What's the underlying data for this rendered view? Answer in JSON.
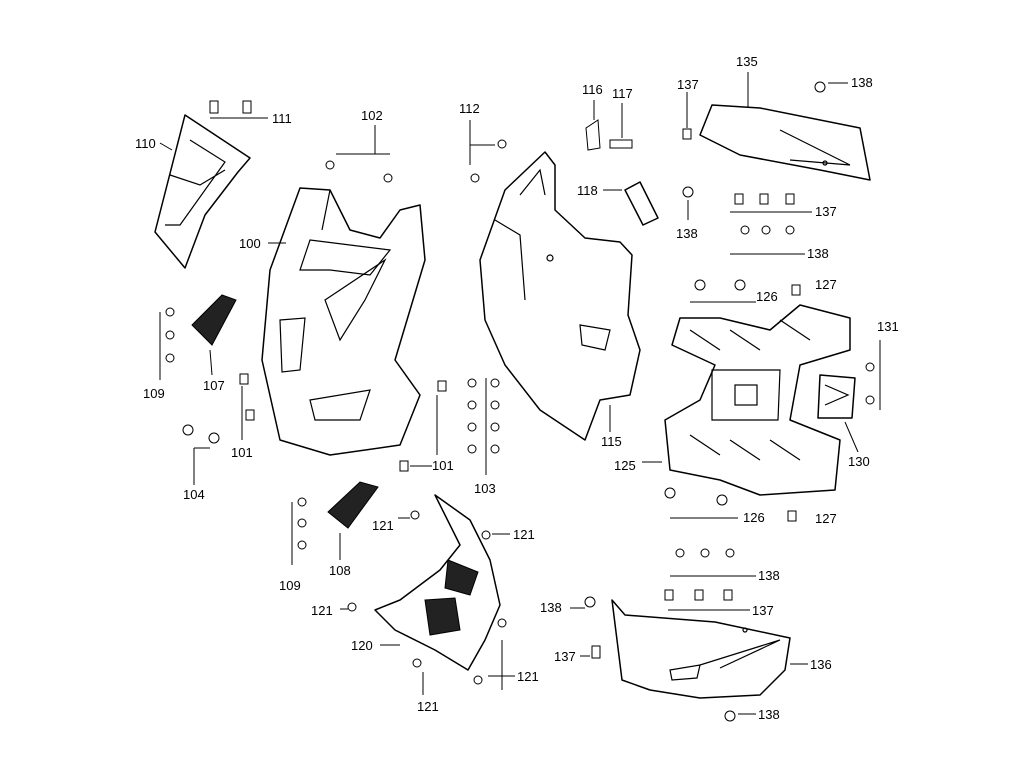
{
  "labels": {
    "p100": "100",
    "p101a": "101",
    "p101b": "101",
    "p102": "102",
    "p103": "103",
    "p104": "104",
    "p107": "107",
    "p108": "108",
    "p109a": "109",
    "p109b": "109",
    "p110": "110",
    "p111": "111",
    "p112": "112",
    "p115": "115",
    "p116": "116",
    "p117": "117",
    "p118": "118",
    "p120": "120",
    "p121a": "121",
    "p121b": "121",
    "p121c": "121",
    "p121d": "121",
    "p121e": "121",
    "p125": "125",
    "p126a": "126",
    "p126b": "126",
    "p127a": "127",
    "p127b": "127",
    "p130": "130",
    "p131": "131",
    "p135": "135",
    "p136": "136",
    "p137a": "137",
    "p137b": "137",
    "p137c": "137",
    "p137d": "137",
    "p138a": "138",
    "p138b": "138",
    "p138c": "138",
    "p138d": "138",
    "p138e": "138",
    "p138f": "138"
  },
  "colors": {
    "line": "#000000",
    "background": "#ffffff",
    "fill_dark": "#222222"
  }
}
